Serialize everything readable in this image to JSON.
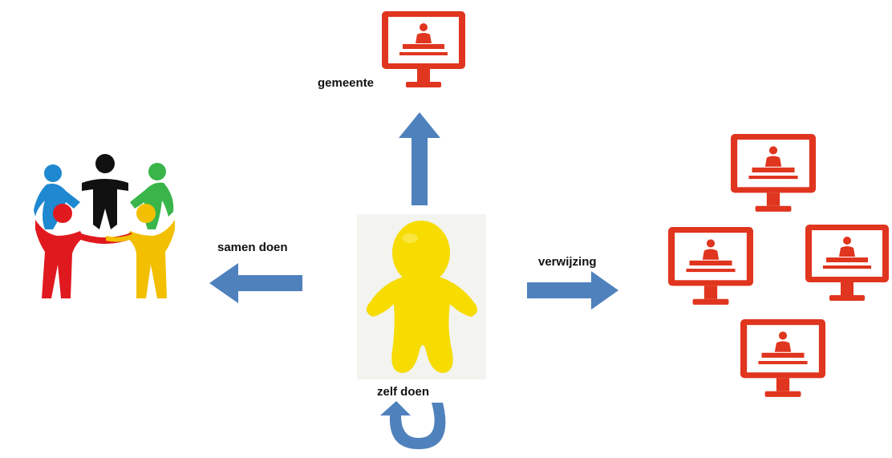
{
  "labels": {
    "gemeente": "gemeente",
    "samen_doen": "samen doen",
    "verwijzing": "verwijzing",
    "zelf_doen": "zelf doen"
  },
  "colors": {
    "arrow": "#4f81bd",
    "monitor": "#e0351e",
    "figure": "#f6dc00",
    "people": [
      "#1e88d0",
      "#111111",
      "#39b54a",
      "#e0191f",
      "#f2c000"
    ]
  },
  "icons": {
    "center": "person-figure-icon",
    "left": "group-people-circle-icon",
    "top": "monitor-presenter-icon",
    "right": "monitor-presenter-icon"
  }
}
